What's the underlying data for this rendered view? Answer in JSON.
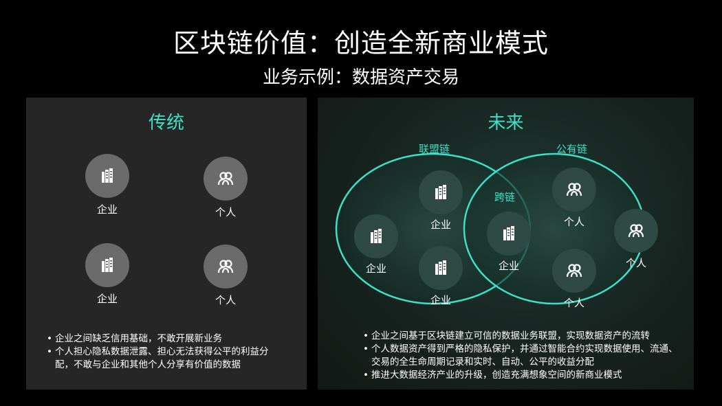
{
  "title": "区块链价值：创造全新商业模式",
  "subtitle": "业务示例：数据资产交易",
  "traditional": {
    "heading": "传统",
    "nodes": [
      "企业",
      "个人",
      "企业",
      "个人"
    ],
    "bullets": [
      "企业之间缺乏信用基础，不敢开展新业务",
      "个人担心隐私数据泄露、担心无法获得公平的利益分配，不敢与企业和其他个人分享有价值的数据"
    ]
  },
  "future": {
    "heading": "未来",
    "consortium_label": "联盟链",
    "public_label": "公有链",
    "cross_label": "跨链",
    "nodes": [
      "企业",
      "企业",
      "企业",
      "企业",
      "个人",
      "个人",
      "个人"
    ],
    "bullets": [
      "企业之间基于区块链建立可信的数据业务联盟，实现数据资产的流转",
      "个人数据资产得到严格的隐私保护，并通过智能合约实现数据使用、流通、交易的全生命周期记录和实时、自动、公平的收益分配",
      "推进大数据经济产业的升级，创造充满想象空间的新商业模式"
    ]
  },
  "colors": {
    "accent": "#3de0c8",
    "left_panel": "#262626",
    "node_gray": "#6b6b6b"
  },
  "icons": {
    "company": "building-icon",
    "person": "people-icon"
  }
}
